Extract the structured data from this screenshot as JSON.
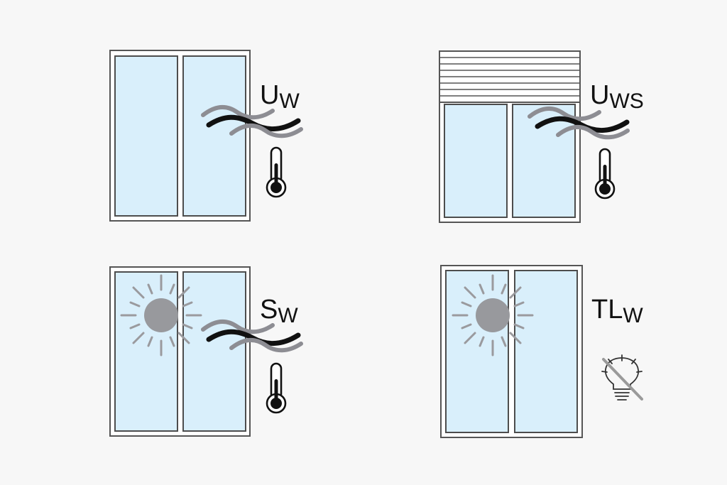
{
  "panels": {
    "uw": {
      "label_main": "U",
      "label_sub": "W"
    },
    "uws": {
      "label_main": "U",
      "label_sub": "WS"
    },
    "sw": {
      "label_main": "S",
      "label_sub": "W"
    },
    "tlw": {
      "label_main": "TL",
      "label_sub": "W"
    }
  }
}
